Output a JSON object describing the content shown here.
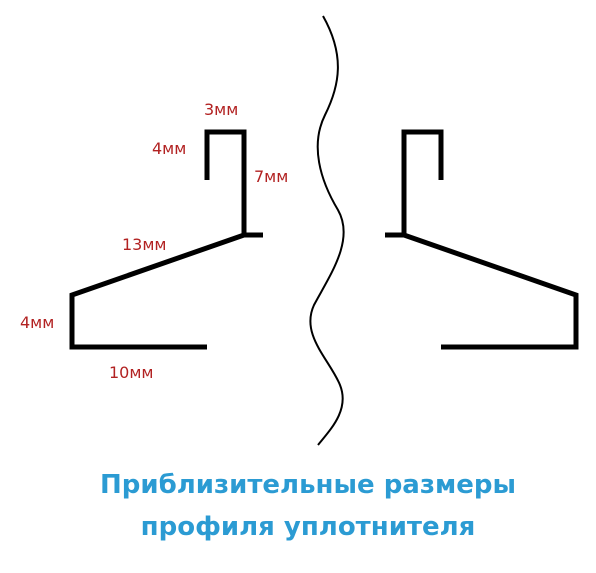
{
  "colors": {
    "profile": "#000000",
    "dimension_text": "#b22222",
    "caption": "#2b9bd3"
  },
  "dimensions": {
    "top_width": "3мм",
    "left_tab": "4мм",
    "vertical": "7мм",
    "slope": "13мм",
    "edge": "4мм",
    "base": "10мм"
  },
  "caption": {
    "line1": "Приблизительные размеры",
    "line2": "профиля уплотнителя"
  }
}
